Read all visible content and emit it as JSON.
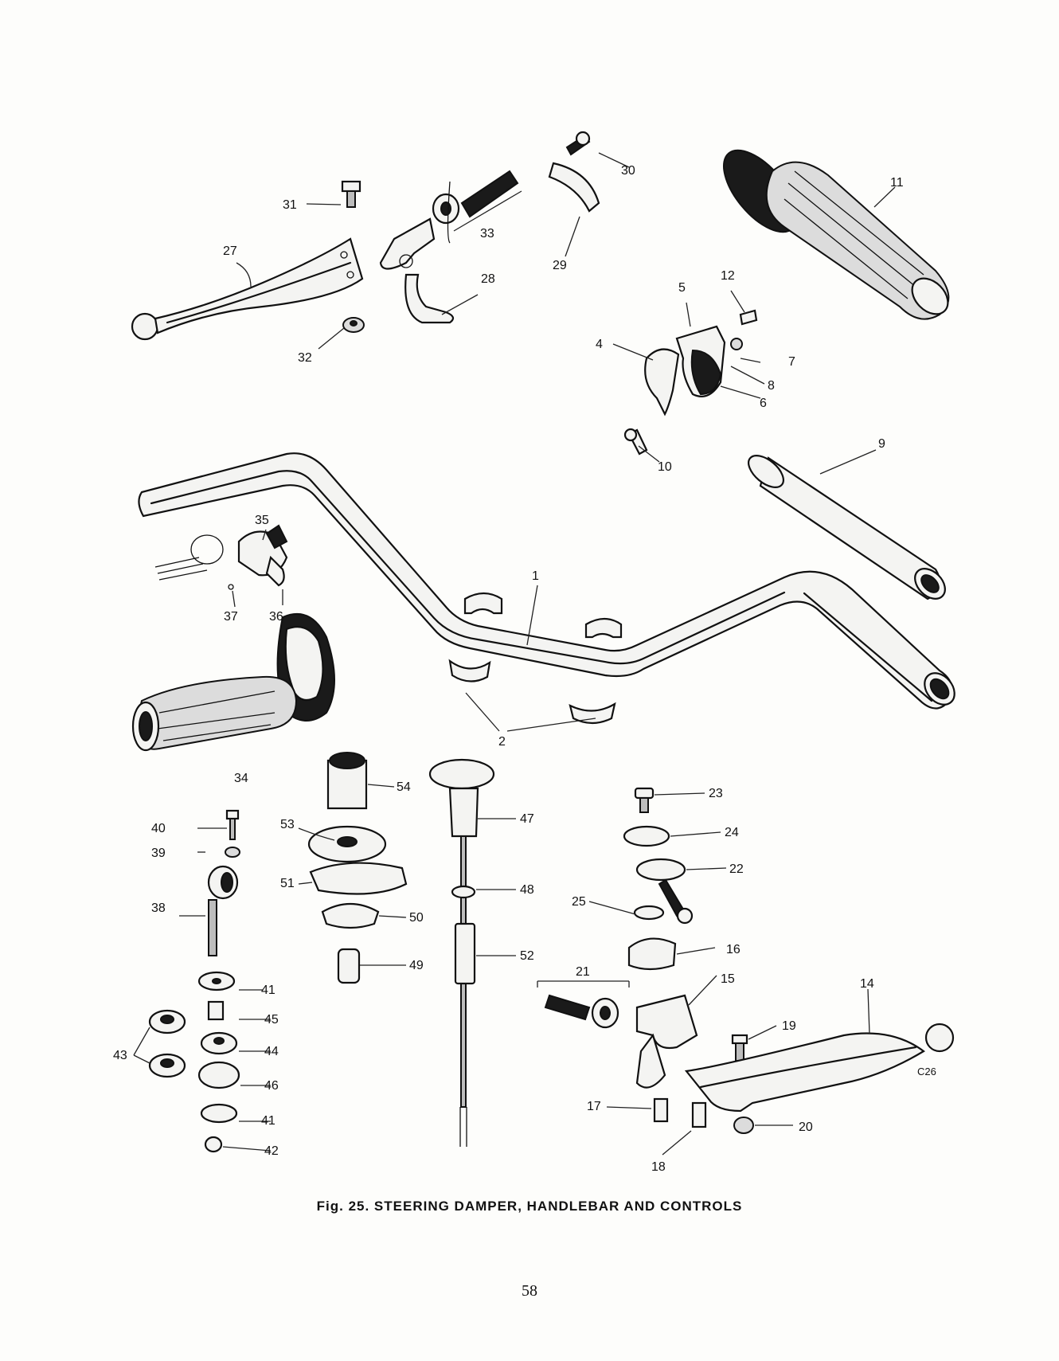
{
  "figure": {
    "caption": "Fig. 25.  STEERING DAMPER, HANDLEBAR AND CONTROLS",
    "page_number": "58",
    "drawing_code": "C26"
  },
  "callouts": [
    "1",
    "2",
    "4",
    "5",
    "6",
    "7",
    "8",
    "9",
    "10",
    "11",
    "12",
    "14",
    "15",
    "16",
    "17",
    "18",
    "19",
    "20",
    "21",
    "22",
    "23",
    "24",
    "25",
    "27",
    "28",
    "29",
    "30",
    "31",
    "32",
    "33",
    "34",
    "35",
    "36",
    "37",
    "38",
    "39",
    "40",
    "41",
    "41",
    "42",
    "43",
    "44",
    "45",
    "46",
    "47",
    "48",
    "49",
    "50",
    "51",
    "52",
    "53",
    "54"
  ]
}
